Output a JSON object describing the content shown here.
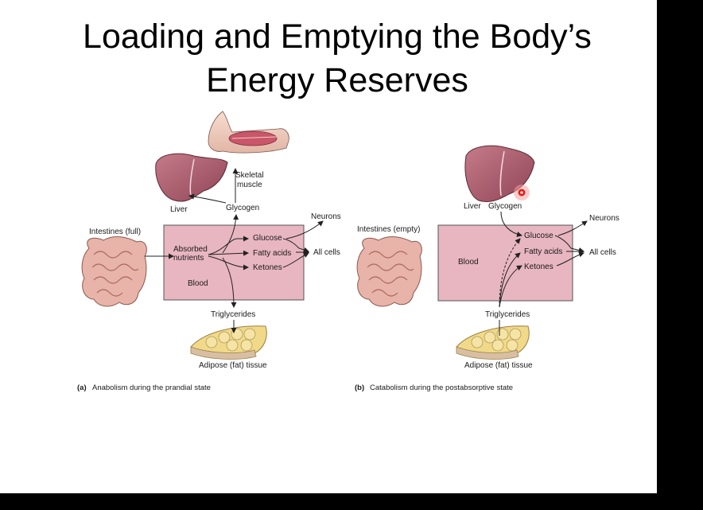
{
  "slide": {
    "title_line1": "Loading and Emptying the Body’s",
    "title_line2": "Energy Reserves"
  },
  "panel_a": {
    "liver": "Liver",
    "glycogen": "Glycogen",
    "skeletal_muscle_line1": "Skeletal",
    "skeletal_muscle_line2": "muscle",
    "neurons": "Neurons",
    "intestines": "Intestines (full)",
    "absorbed_line1": "Absorbed",
    "absorbed_line2": "nutrients",
    "glucose": "Glucose",
    "fatty_acids": "Fatty acids",
    "ketones": "Ketones",
    "all_cells": "All cells",
    "blood": "Blood",
    "triglycerides": "Triglycerides",
    "adipose": "Adipose (fat) tissue",
    "caption_label": "(a)",
    "caption_text": "Anabolism during the prandial state"
  },
  "panel_b": {
    "liver": "Liver",
    "glycogen": "Glycogen",
    "neurons": "Neurons",
    "intestines": "Intestines (empty)",
    "glucose": "Glucose",
    "fatty_acids": "Fatty acids",
    "ketones": "Ketones",
    "all_cells": "All cells",
    "blood": "Blood",
    "triglycerides": "Triglycerides",
    "adipose": "Adipose (fat) tissue",
    "caption_label": "(b)",
    "caption_text": "Catabolism during the postabsorptive state"
  },
  "colors": {
    "blood_box": "#e8b6c0",
    "liver": "#a85a6a",
    "intestine": "#e8b3a8",
    "adipose": "#f1d98a",
    "pointer": "#e0201c"
  }
}
